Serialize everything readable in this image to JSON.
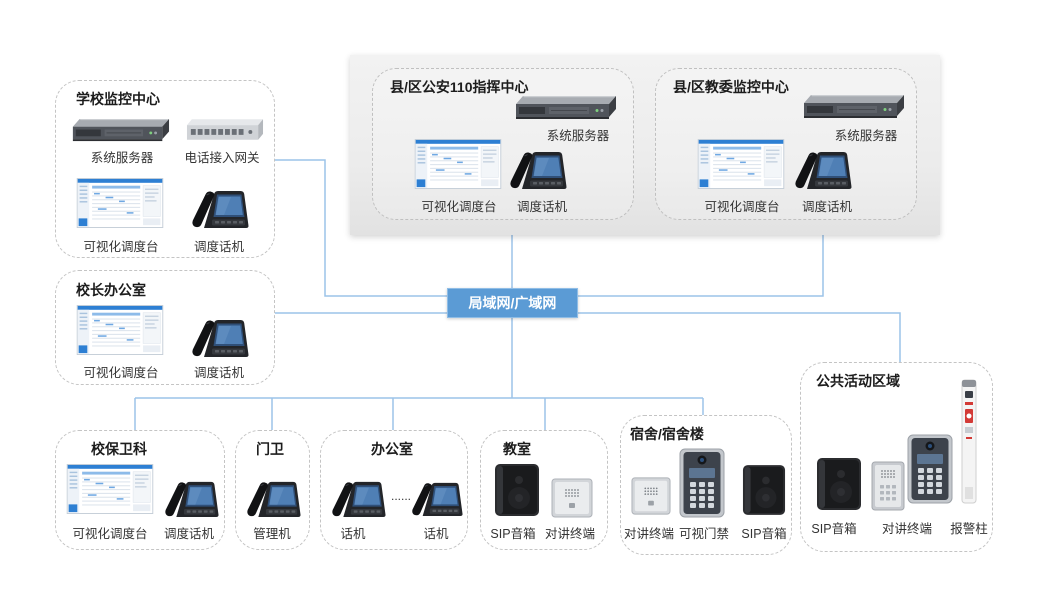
{
  "network": {
    "label": "局域网/广域网"
  },
  "police_center": {
    "title": "县/区公安110指挥中心",
    "server_label": "系统服务器",
    "console_label": "可视化调度台",
    "phone_label": "调度话机"
  },
  "education_center": {
    "title": "县/区教委监控中心",
    "server_label": "系统服务器",
    "console_label": "可视化调度台",
    "phone_label": "调度话机"
  },
  "school_center": {
    "title": "学校监控中心",
    "server_label": "系统服务器",
    "gateway_label": "电话接入网关",
    "console_label": "可视化调度台",
    "phone_label": "调度话机"
  },
  "principal_office": {
    "title": "校长办公室",
    "console_label": "可视化调度台",
    "phone_label": "调度话机"
  },
  "security_office": {
    "title": "校保卫科",
    "console_label": "可视化调度台",
    "phone_label": "调度话机"
  },
  "gatehouse": {
    "title": "门卫",
    "phone_label": "管理机"
  },
  "office": {
    "title": "办公室",
    "phone_label_1": "话机",
    "ellipsis": "......",
    "phone_label_2": "话机"
  },
  "classroom": {
    "title": "教室",
    "speaker_label": "SIP音箱",
    "intercom_label": "对讲终端"
  },
  "dormitory": {
    "title": "宿舍/宿舍楼",
    "intercom_label": "对讲终端",
    "door_label": "可视门禁",
    "speaker_label": "SIP音箱"
  },
  "public_area": {
    "title": "公共活动区域",
    "speaker_label": "SIP音箱",
    "intercom_label": "对讲终端",
    "alarm_label": "报警柱"
  },
  "colors": {
    "link_line": "#9cc3e8",
    "network_fill": "#5b9bd5",
    "box_border": "#c4c4c4",
    "panel_fill": "#ececec"
  }
}
